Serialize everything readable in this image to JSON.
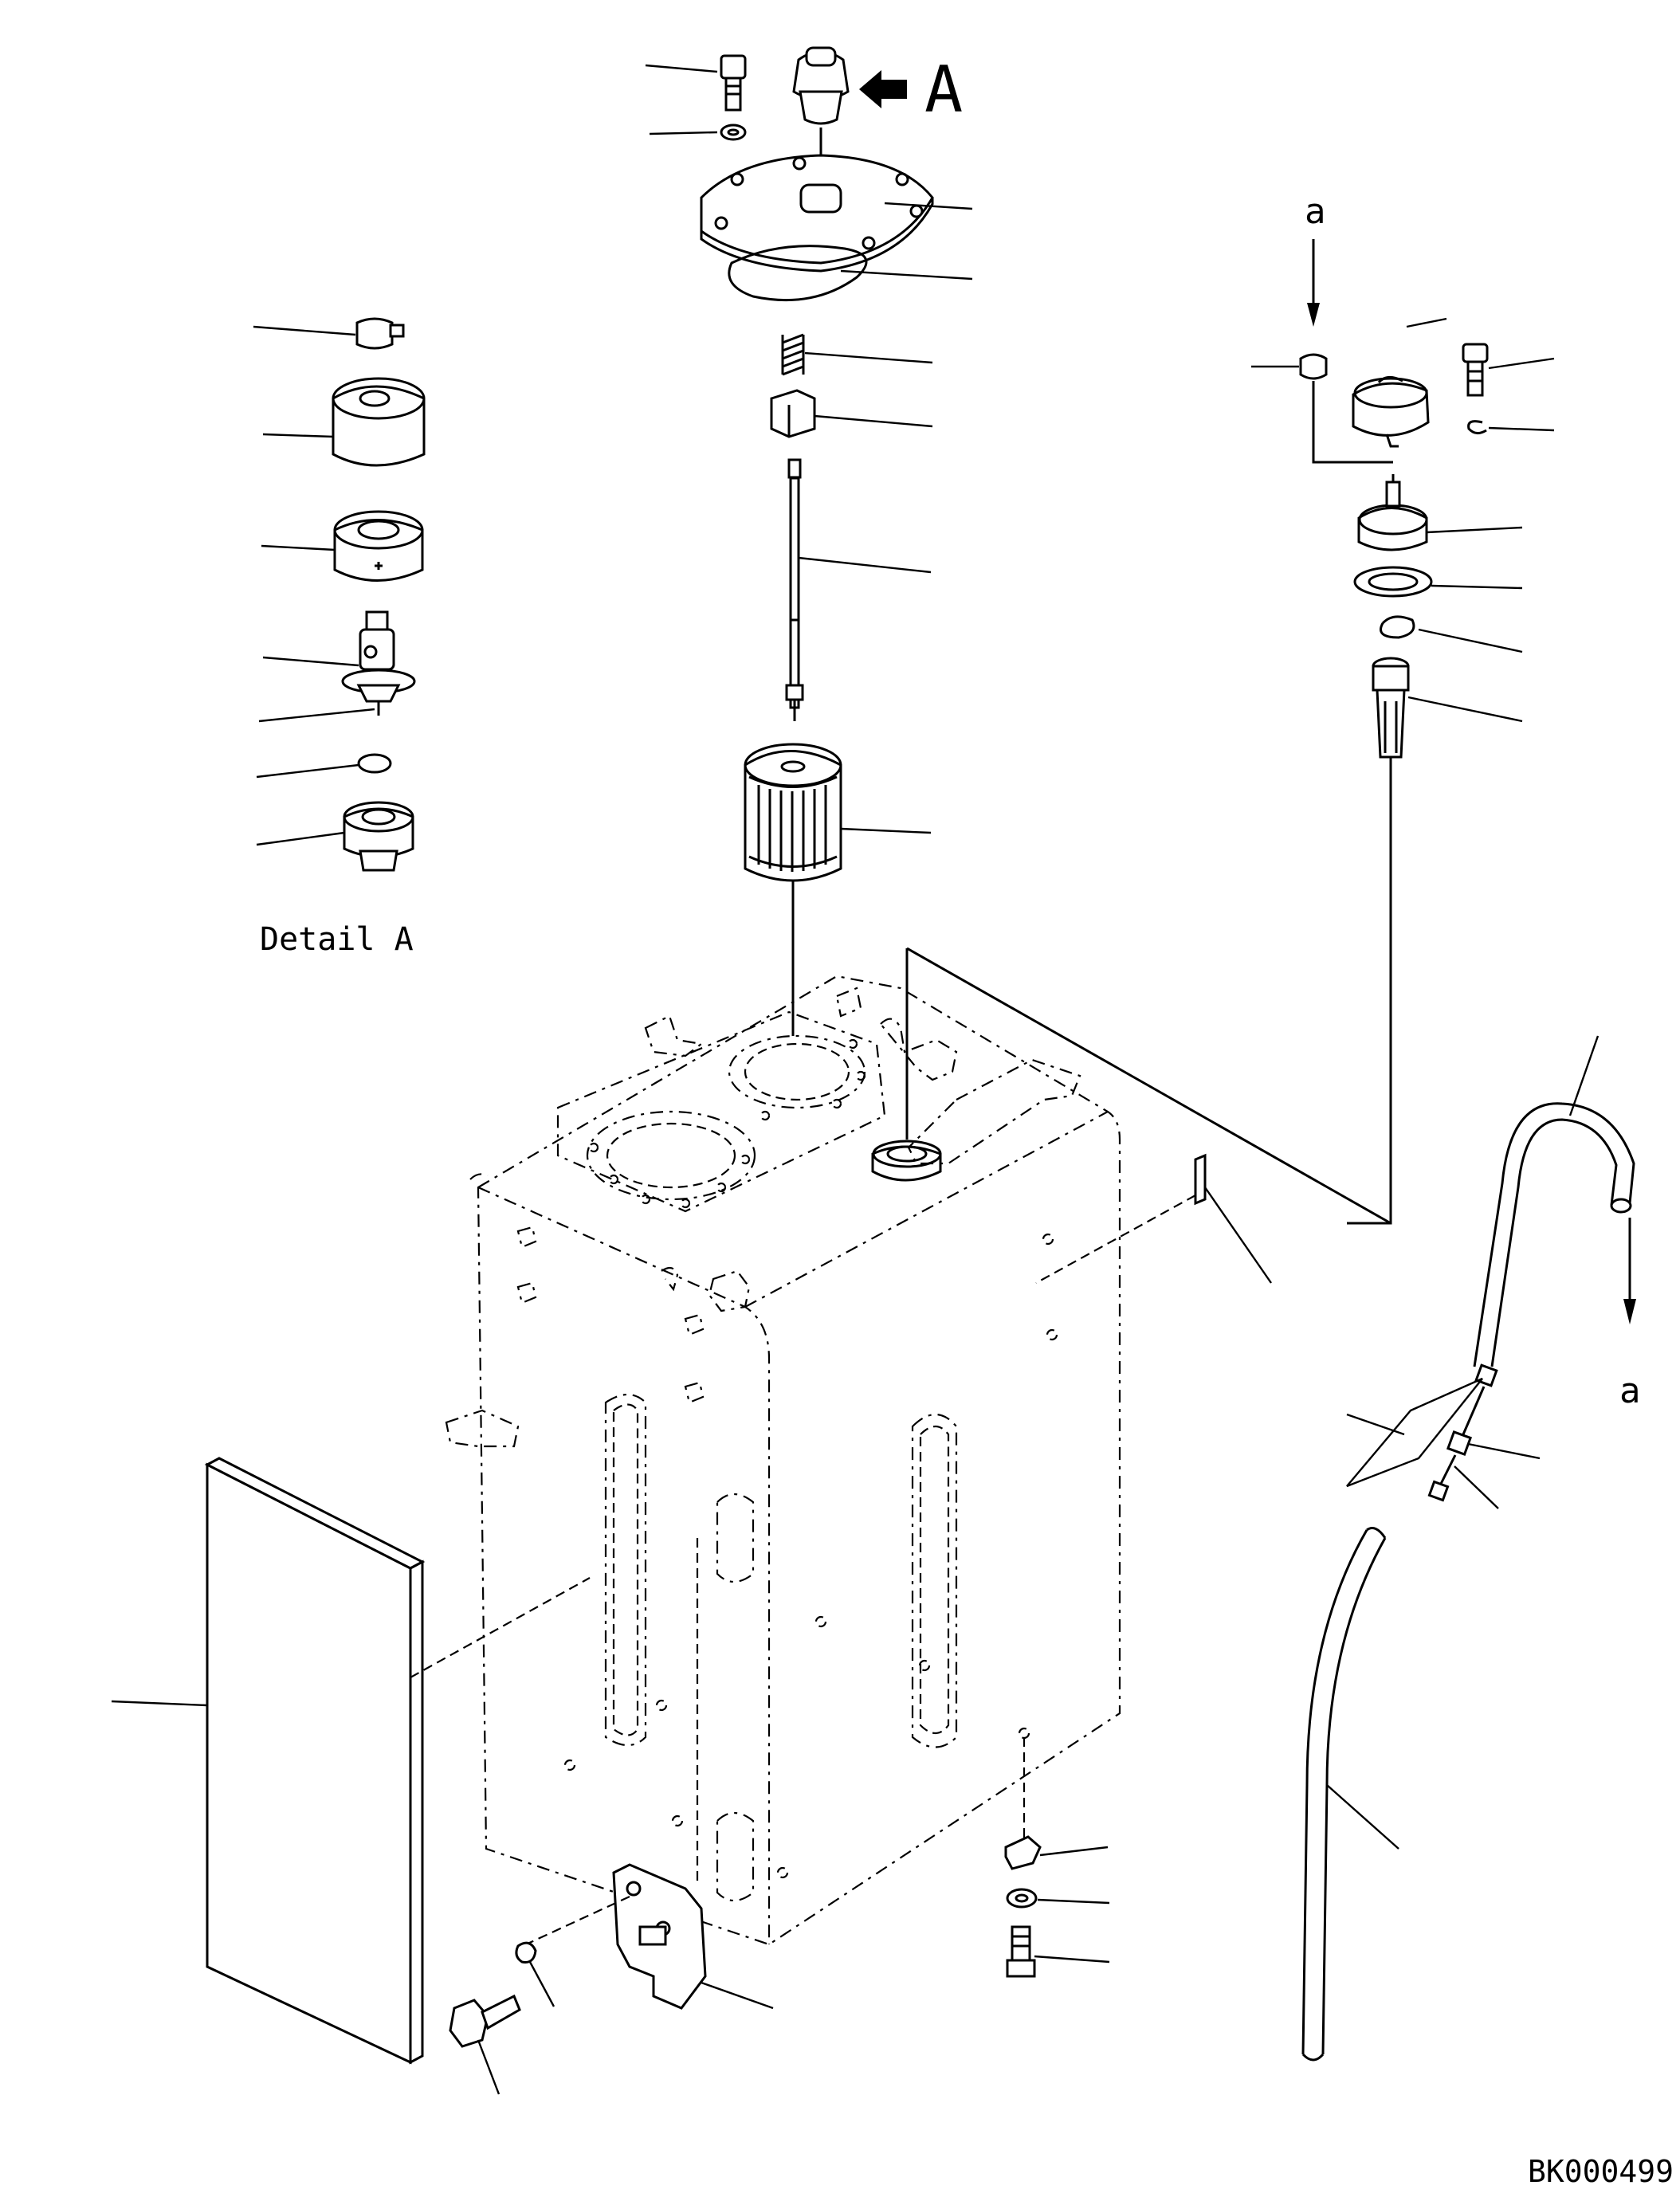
{
  "view_label": "A",
  "detail_caption": "Detail A",
  "connection_label_top": "a",
  "connection_label_bottom": "a",
  "drawing_number": "BK000499"
}
